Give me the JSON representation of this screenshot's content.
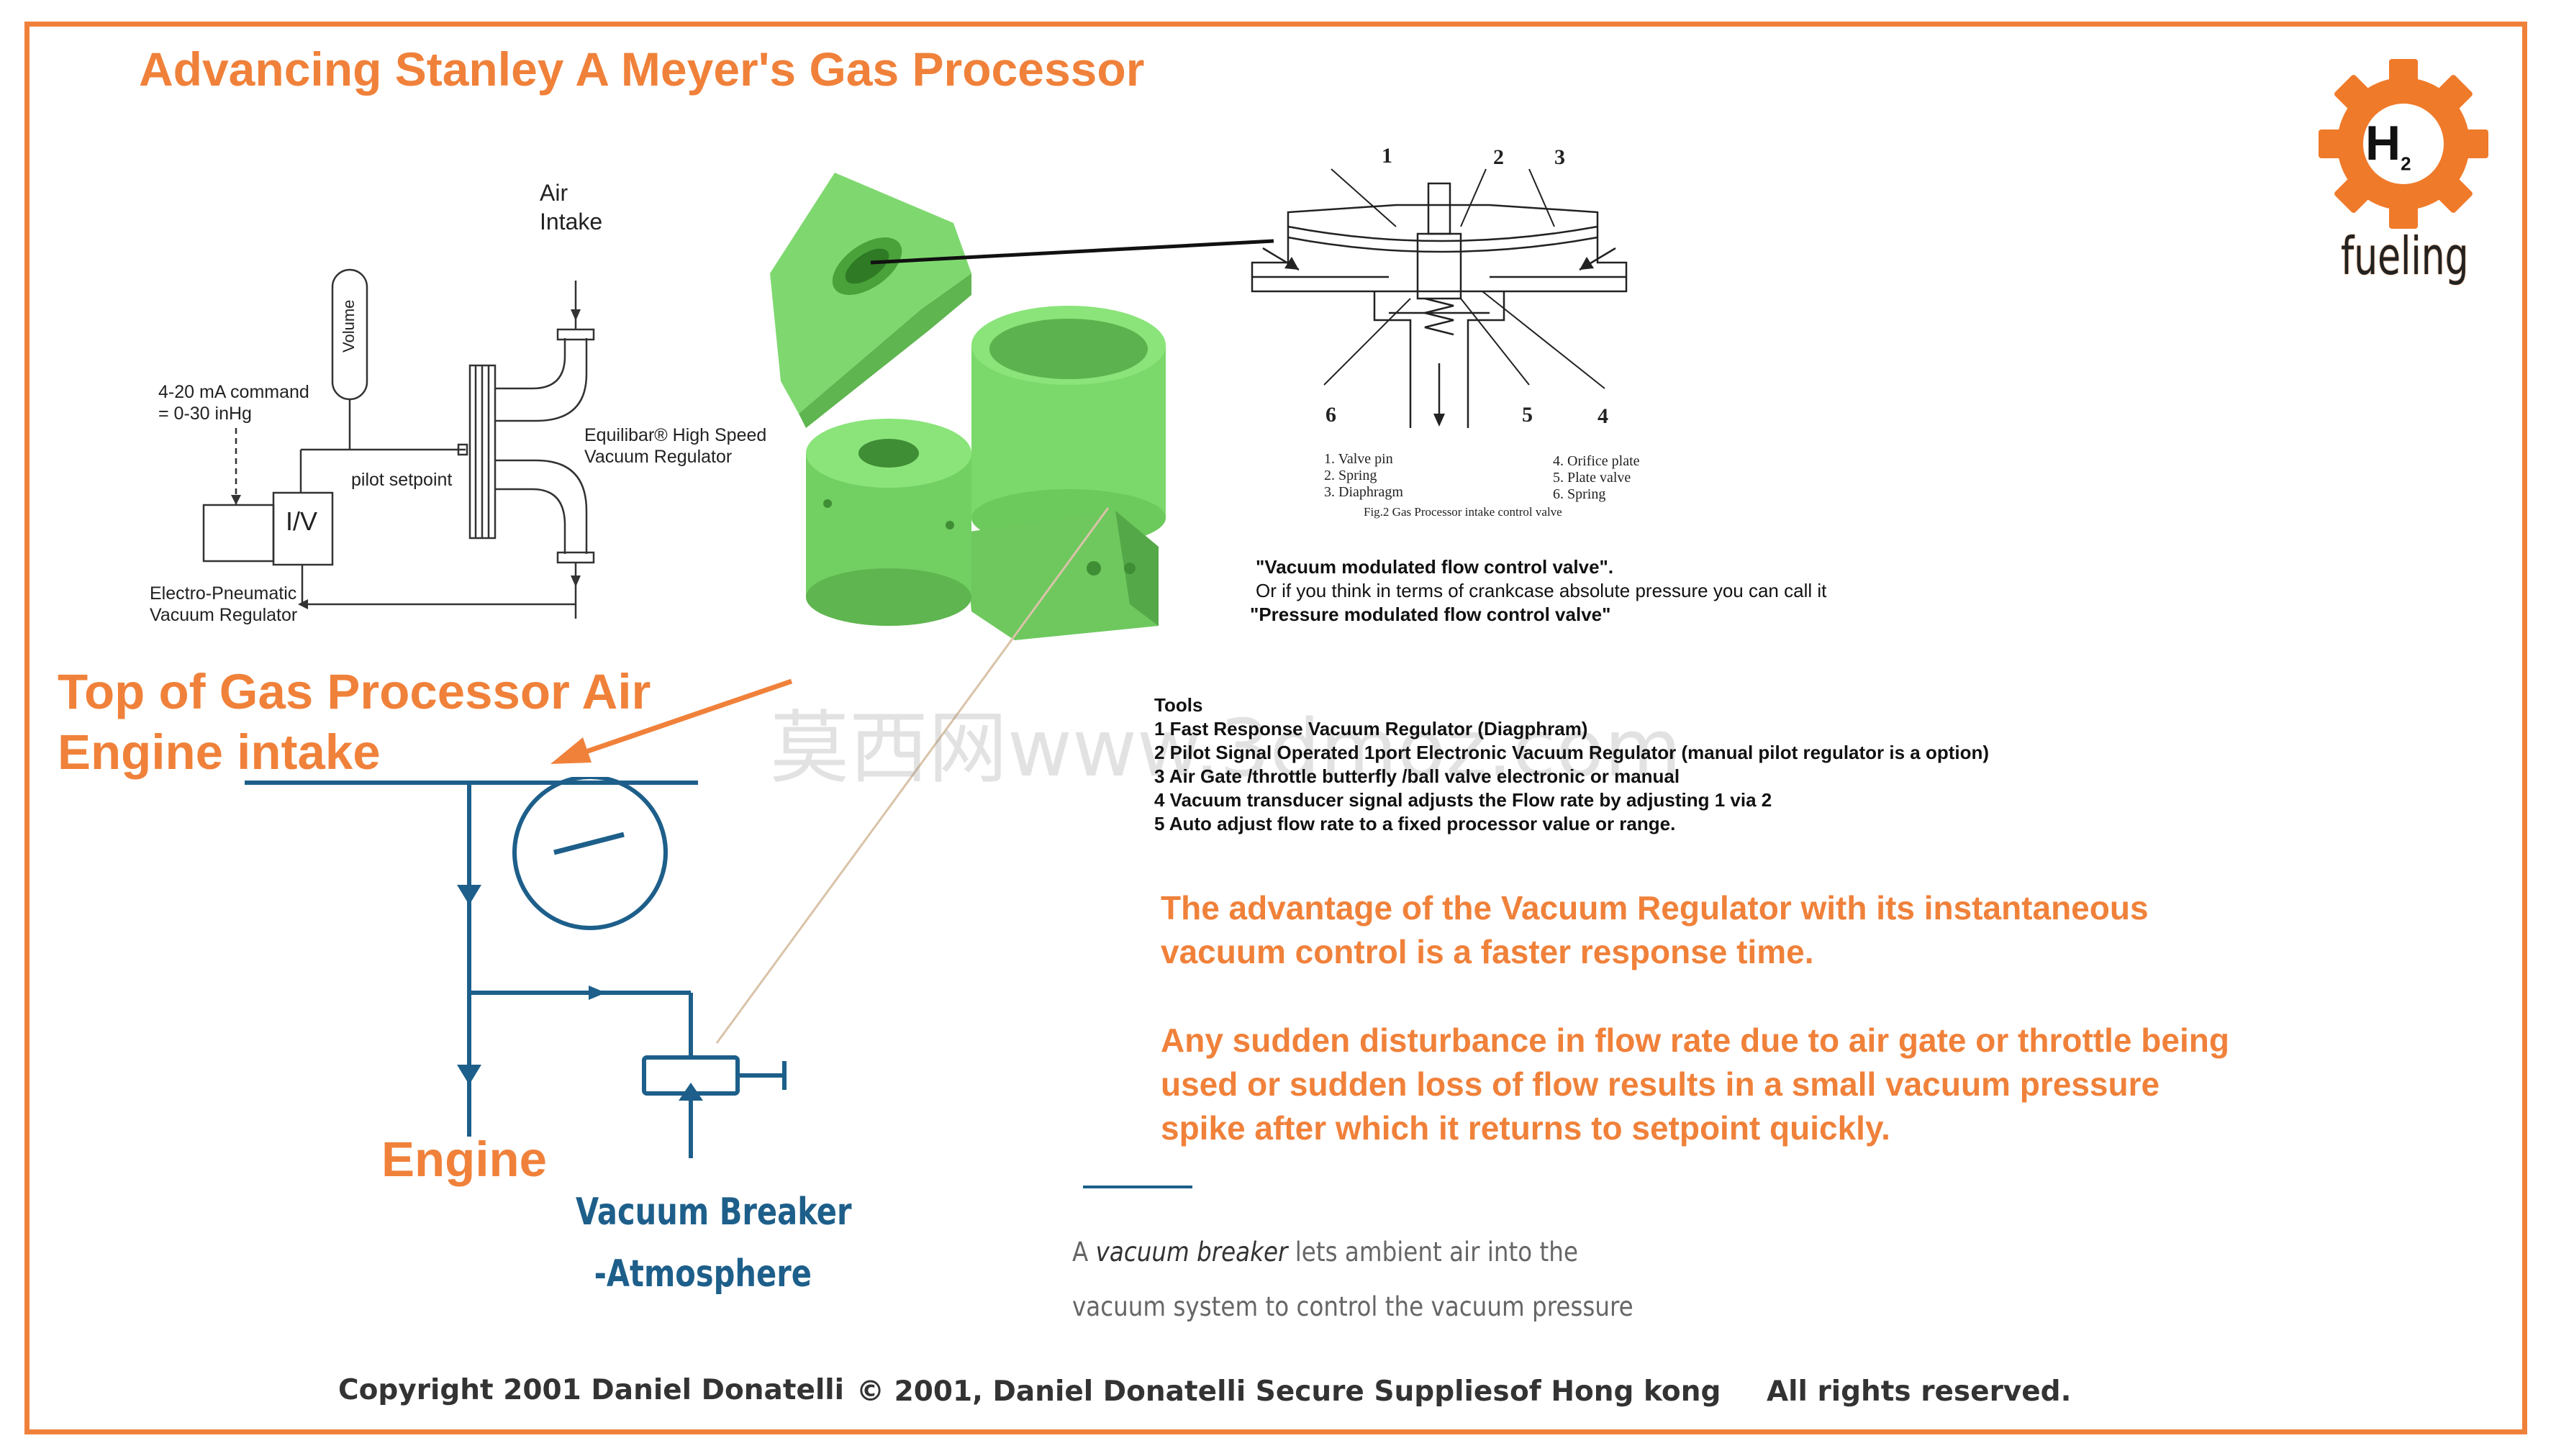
{
  "title": "Advancing Stanley A Meyer's Gas Processor",
  "logo": {
    "symbol": "H",
    "subscript": "2",
    "word": "fueling",
    "gear_color": "#ef7a2a"
  },
  "schematic": {
    "air_intake": [
      "Air",
      "Intake"
    ],
    "volume": "Volume",
    "command": [
      "4-20 mA command",
      "= 0-30 inHg"
    ],
    "pilot_setpoint": "pilot setpoint",
    "iv": "I/V",
    "regulator_name": [
      "Equilibar® High Speed",
      "Vacuum Regulator"
    ],
    "ep_regulator": [
      "Electro-Pneumatic",
      "Vacuum Regulator"
    ]
  },
  "valve_figure": {
    "numbers": [
      "1",
      "2",
      "3",
      "4",
      "5",
      "6"
    ],
    "legend_left": [
      "1.  Valve pin",
      "2.  Spring",
      "3.  Diaphragm"
    ],
    "legend_right": [
      "4.  Orifice plate",
      "5.  Plate valve",
      "6.  Spring"
    ],
    "caption": "Fig.2  Gas Processor intake control valve"
  },
  "valve_quote": {
    "line1": "\"Vacuum modulated flow control valve\".",
    "line2": " Or if you think in terms of crankcase absolute pressure you can call it",
    "line3": "\"Pressure modulated flow control valve\""
  },
  "top_label": [
    "Top of Gas Processor Air",
    "Engine intake"
  ],
  "engine_label": "Engine",
  "vacuum_breaker": [
    "Vacuum Breaker",
    "-Atmosphere"
  ],
  "watermark": "莫西网www.3dmoz.com",
  "tools": {
    "heading": "Tools",
    "items": [
      "1 Fast Response Vacuum Regulator (Diagphram)",
      "2 Pilot Signal Operated 1port Electronic Vacuum Regulator (manual pilot regulator is a option)",
      "3 Air Gate /throttle butterfly  /ball valve electronic or manual",
      "4 Vacuum transducer signal adjusts the Flow rate by adjusting 1 via 2",
      "5 Auto adjust flow rate to a fixed processor value or range."
    ]
  },
  "advantage": {
    "p1": [
      "The advantage of the Vacuum Regulator with its instantaneous",
      "vacuum control is a faster response time."
    ],
    "p2": [
      "Any sudden disturbance in flow rate due to air gate or throttle being",
      "used or sudden loss of flow results in a small vacuum pressure",
      "spike after which it returns to setpoint quickly."
    ]
  },
  "breaker_caption": {
    "pre": "A ",
    "em": "vacuum breaker",
    "post": " lets ambient air into the",
    "line2": "vacuum system to control the vacuum pressure"
  },
  "footer": {
    "part1": "Copyright 2001 Daniel Donatelli",
    "part2": "© 2001, Daniel Donatelli Secure Supplies",
    "part3": "of Hong kong",
    "part4": "All rights reserved."
  }
}
